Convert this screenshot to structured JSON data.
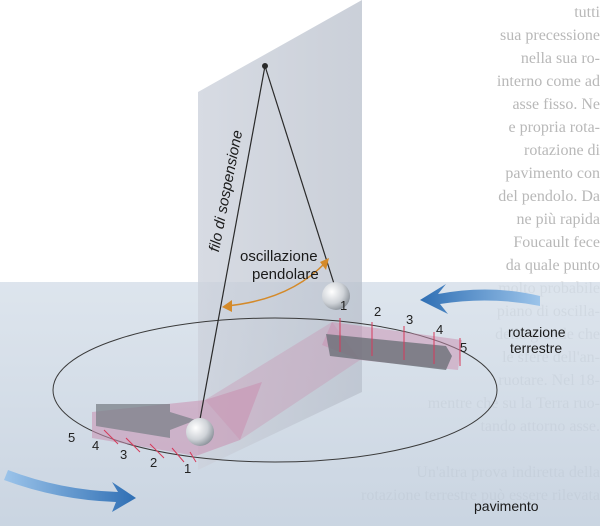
{
  "labels": {
    "wire": "filo di sospensione",
    "oscillation_line1": "oscillazione",
    "oscillation_line2": "pendolare",
    "rotation_line1": "rotazione",
    "rotation_line2": "terrestre",
    "floor": "pavimento"
  },
  "markers_right": [
    "1",
    "2",
    "3",
    "4",
    "5"
  ],
  "markers_left": [
    "1",
    "2",
    "3",
    "4",
    "5"
  ],
  "background_text": [
    "tutti",
    "sua precessione",
    "nella sua ro-",
    "interno come ad",
    "asse fisso. Ne",
    "e propria rota-",
    "rotazione di",
    "pavimento con",
    "del pendolo. Da",
    "ne più rapida",
    "Foucault fece",
    "da quale punto",
    "molto probabile",
    "piano di oscilla-",
    "della grande che",
    "le sfere dell'an-",
    "ruotare. Nel 18-",
    "mentre che su la Terra ruo-",
    "tando attorno asse.",
    "",
    "Un'altra prova indiretta della",
    "rotazione terrestre può essere rilevata"
  ],
  "colors": {
    "wall": "#c7ccd6",
    "floor": "#d0dae6",
    "oscillation_arrow": "#d48a2a",
    "rotation_arrow": "#3f86c8",
    "trace_band": "#c98fb0",
    "marker_red": "#d63a5a"
  }
}
